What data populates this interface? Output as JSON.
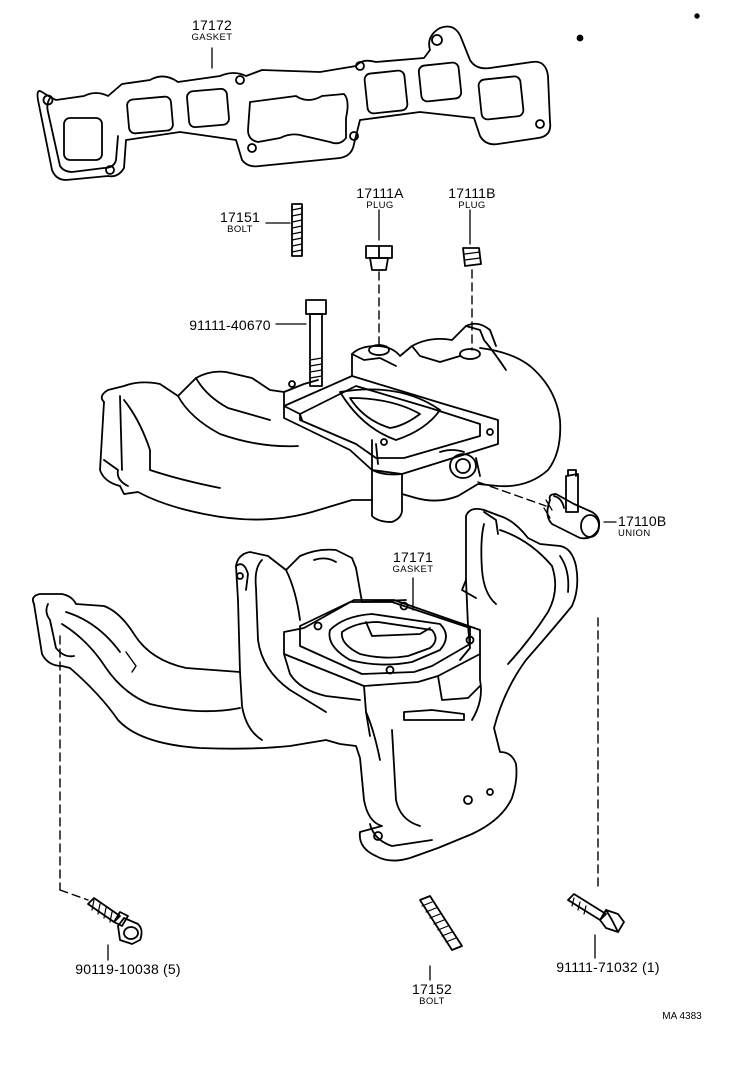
{
  "diagram": {
    "parts": [
      {
        "id": "gasket-upper",
        "part_no": "17172",
        "name": "GASKET"
      },
      {
        "id": "bolt-upper",
        "part_no": "17151",
        "name": "BOLT"
      },
      {
        "id": "plug-a",
        "part_no": "17111A",
        "name": "PLUG"
      },
      {
        "id": "plug-b",
        "part_no": "17111B",
        "name": "PLUG"
      },
      {
        "id": "long-bolt",
        "part_no": "91111-40670",
        "name": ""
      },
      {
        "id": "union",
        "part_no": "17110B",
        "name": "UNION"
      },
      {
        "id": "gasket-lower",
        "part_no": "17171",
        "name": "GASKET"
      },
      {
        "id": "flange-bolt",
        "part_no": "90119-10038 (5)",
        "name": ""
      },
      {
        "id": "stud-lower",
        "part_no": "17152",
        "name": "BOLT"
      },
      {
        "id": "hex-bolt-lower",
        "part_no": "91111-71032 (1)",
        "name": ""
      }
    ],
    "reference": "MA 4383"
  }
}
